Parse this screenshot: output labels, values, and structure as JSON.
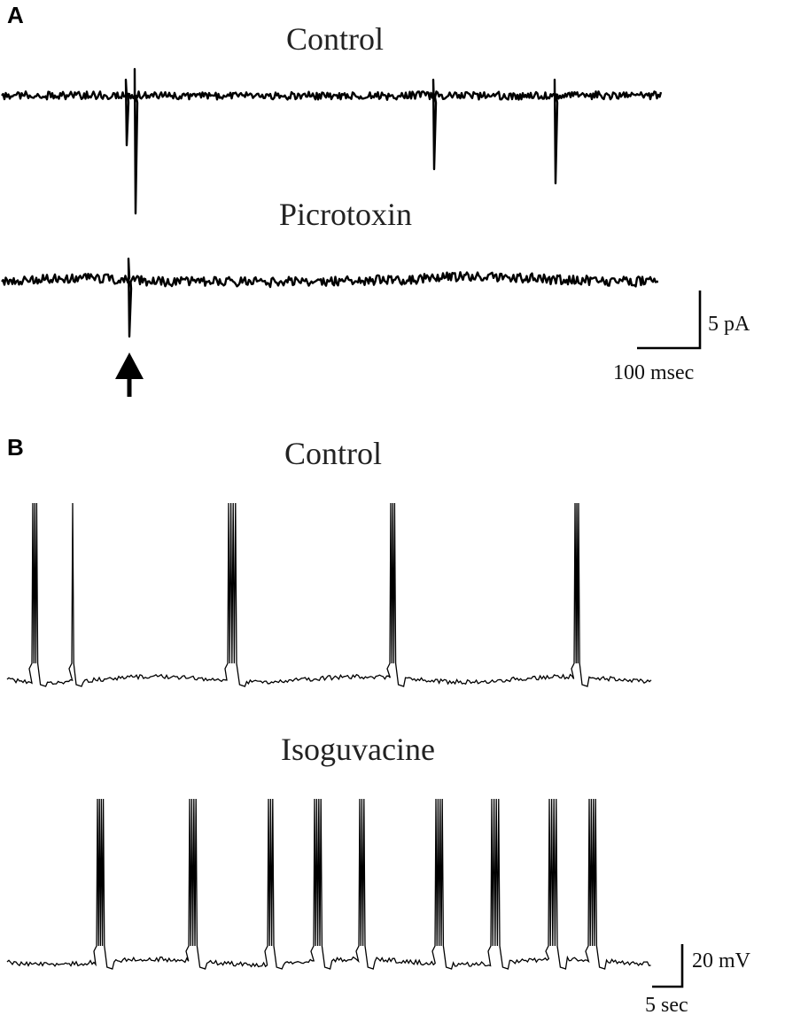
{
  "panels": [
    {
      "letter": "A",
      "traces": [
        {
          "title": "Control"
        },
        {
          "title": "Picrotoxin"
        }
      ],
      "scale_bar": {
        "vertical_label": "5 pA",
        "horizontal_label": "100 msec"
      }
    },
    {
      "letter": "B",
      "traces": [
        {
          "title": "Control"
        },
        {
          "title": "Isoguvacine"
        }
      ],
      "scale_bar": {
        "vertical_label": "20 mV",
        "horizontal_label": "5 sec"
      }
    }
  ]
}
